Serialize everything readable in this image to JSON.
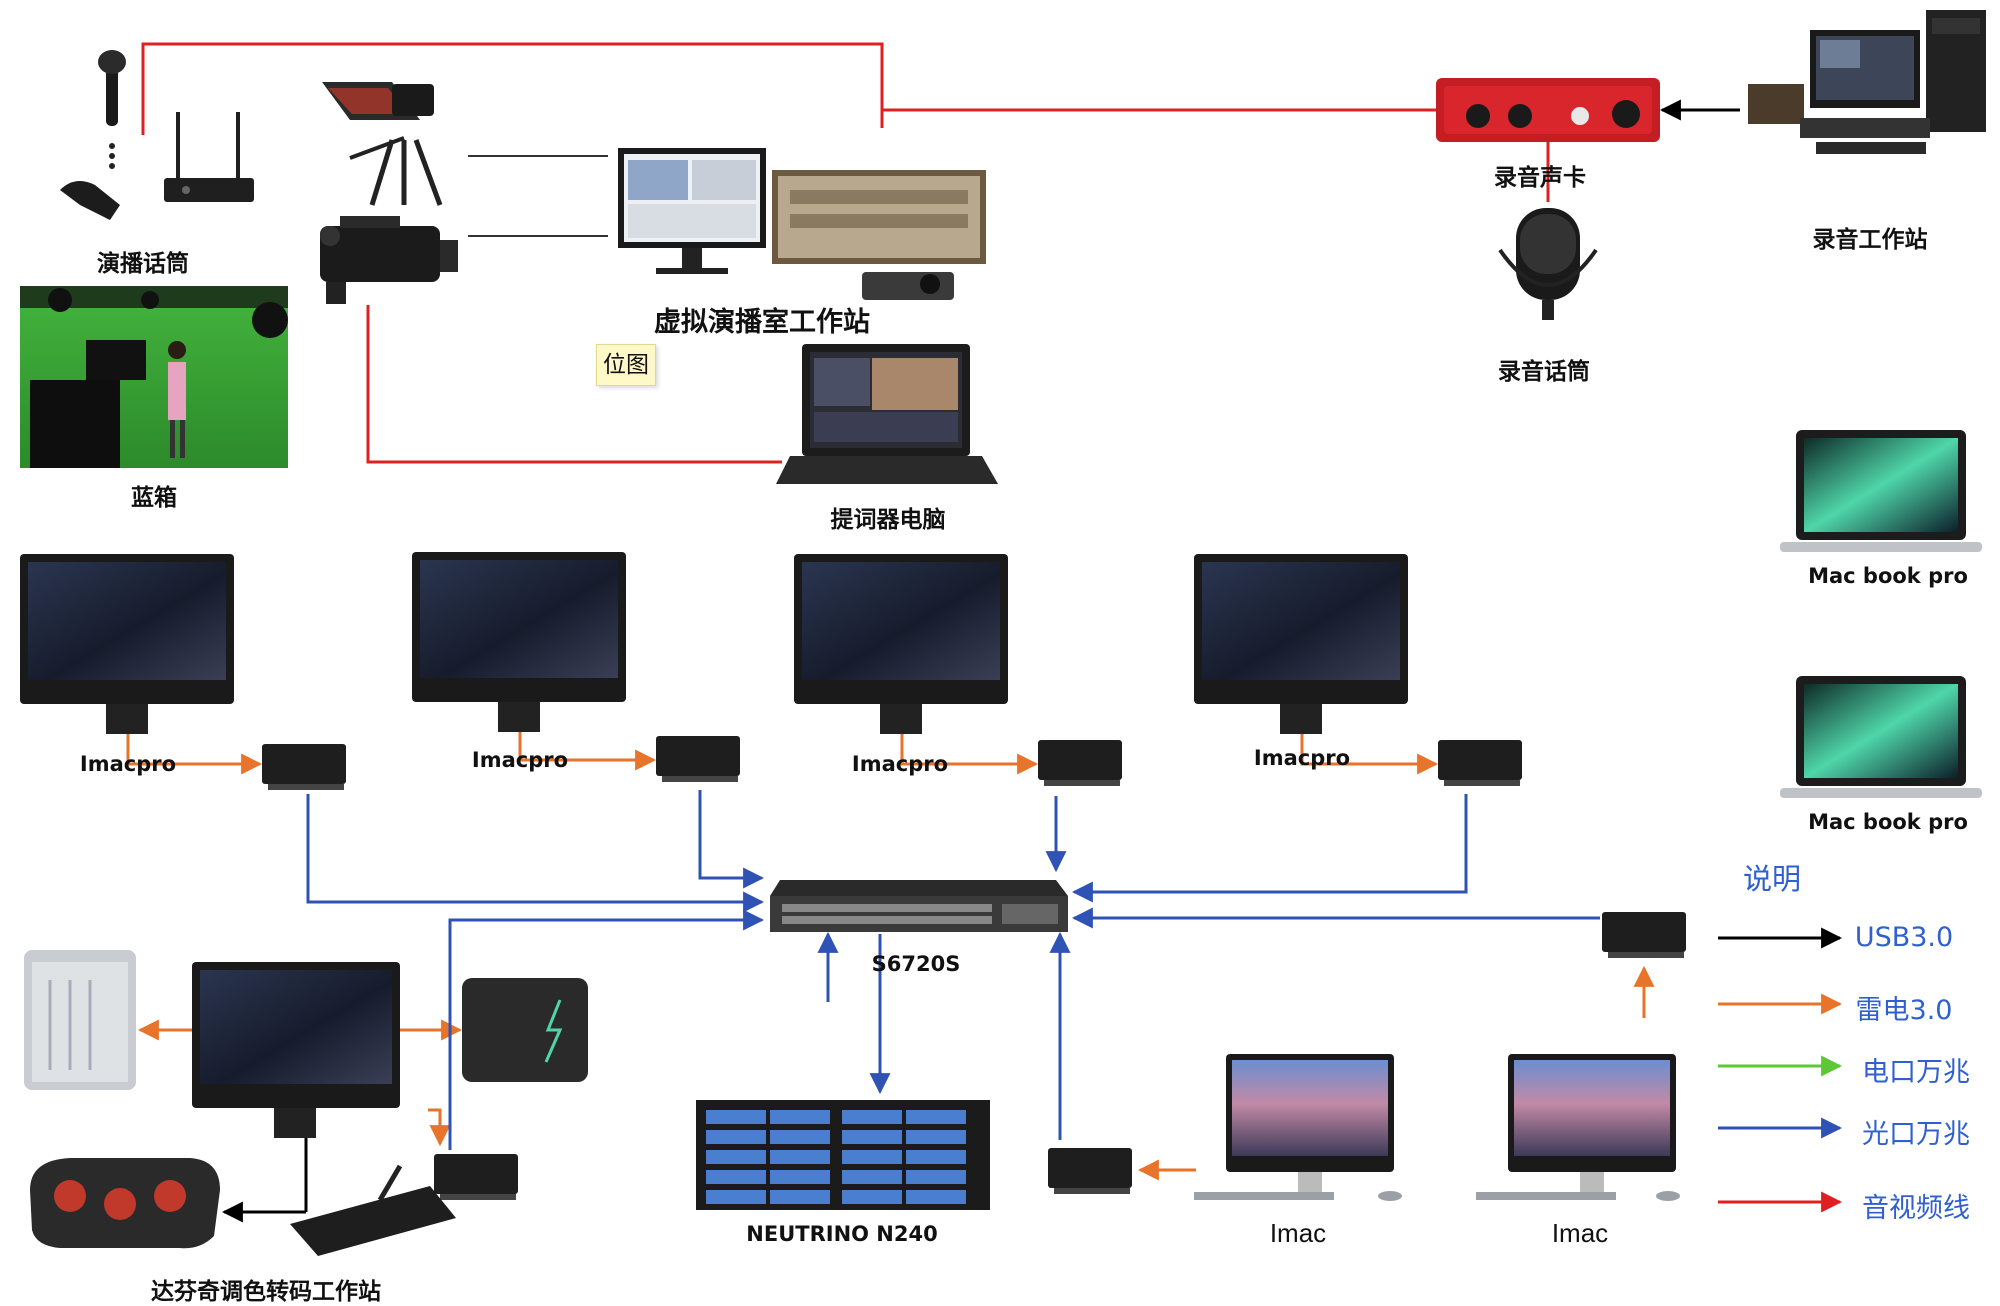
{
  "labels": {
    "handheld_mic": "演播话筒",
    "virtual_studio": "虚拟演播室工作站",
    "bitmap_note": "位图",
    "green_box": "蓝箱",
    "prompter_pc": "提词器电脑",
    "audio_card": "录音声卡",
    "recording_workstation": "录音工作站",
    "recording_mic": "录音话筒",
    "macbook_1": "Mac book pro",
    "macbook_2": "Mac book pro",
    "imacpro_1": "Imacpro",
    "imacpro_2": "Imacpro",
    "imacpro_3": "Imacpro",
    "imacpro_4": "Imacpro",
    "switch": "S6720S",
    "storage": "NEUTRINO N240",
    "imac_1": "Imac",
    "imac_2": "Imac",
    "davinci_station": "达芬奇调色转码工作站"
  },
  "legend": {
    "title": "说明",
    "items": [
      {
        "label": "USB3.0",
        "color": "#000000"
      },
      {
        "label": "雷电3.0",
        "color": "#e8732a"
      },
      {
        "label": "电口万兆",
        "color": "#5ec735"
      },
      {
        "label": "光口万兆",
        "color": "#2f52b5"
      },
      {
        "label": "音视频线",
        "color": "#e02020"
      }
    ]
  },
  "colors": {
    "av_line": "#e02020",
    "thunderbolt": "#e8732a",
    "fiber": "#2f52b5",
    "usb": "#000000"
  }
}
